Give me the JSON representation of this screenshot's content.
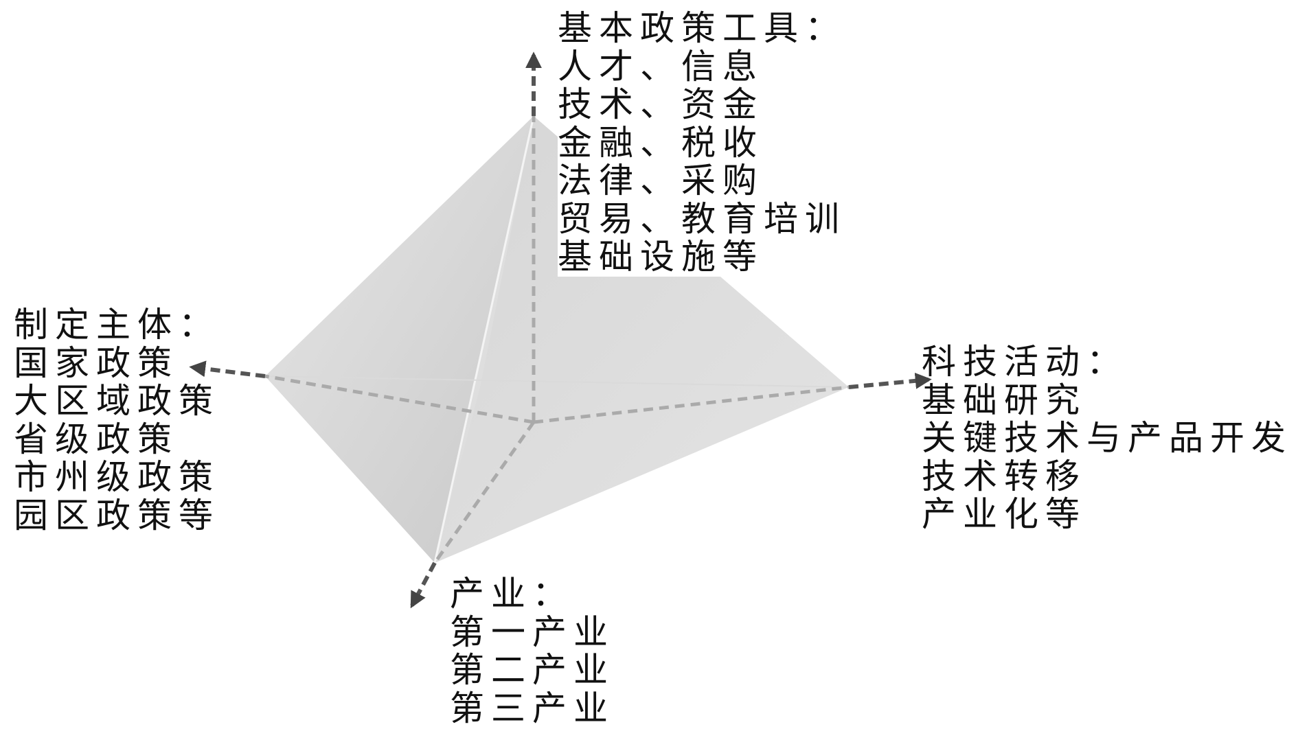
{
  "axes": {
    "top": {
      "lines": [
        "基本政策工具：",
        "人才、信息",
        "技术、资金",
        "金融、税收",
        "法律、采购",
        "贸易、教育培训",
        "基础设施等"
      ]
    },
    "left": {
      "lines": [
        "制定主体：",
        "国家政策",
        "大区域政策",
        "省级政策",
        "市州级政策",
        "园区政策等"
      ]
    },
    "right": {
      "lines": [
        "科技活动：",
        "基础研究",
        "关键技术与产品开发",
        "技术转移",
        "产业化等"
      ]
    },
    "bottom": {
      "lines": [
        "产业：",
        "第一产业",
        "第二产业",
        "第三产业"
      ]
    }
  },
  "colors": {
    "face": "#d4d4d4",
    "axis_dash": "#555555",
    "text": "#111111"
  }
}
